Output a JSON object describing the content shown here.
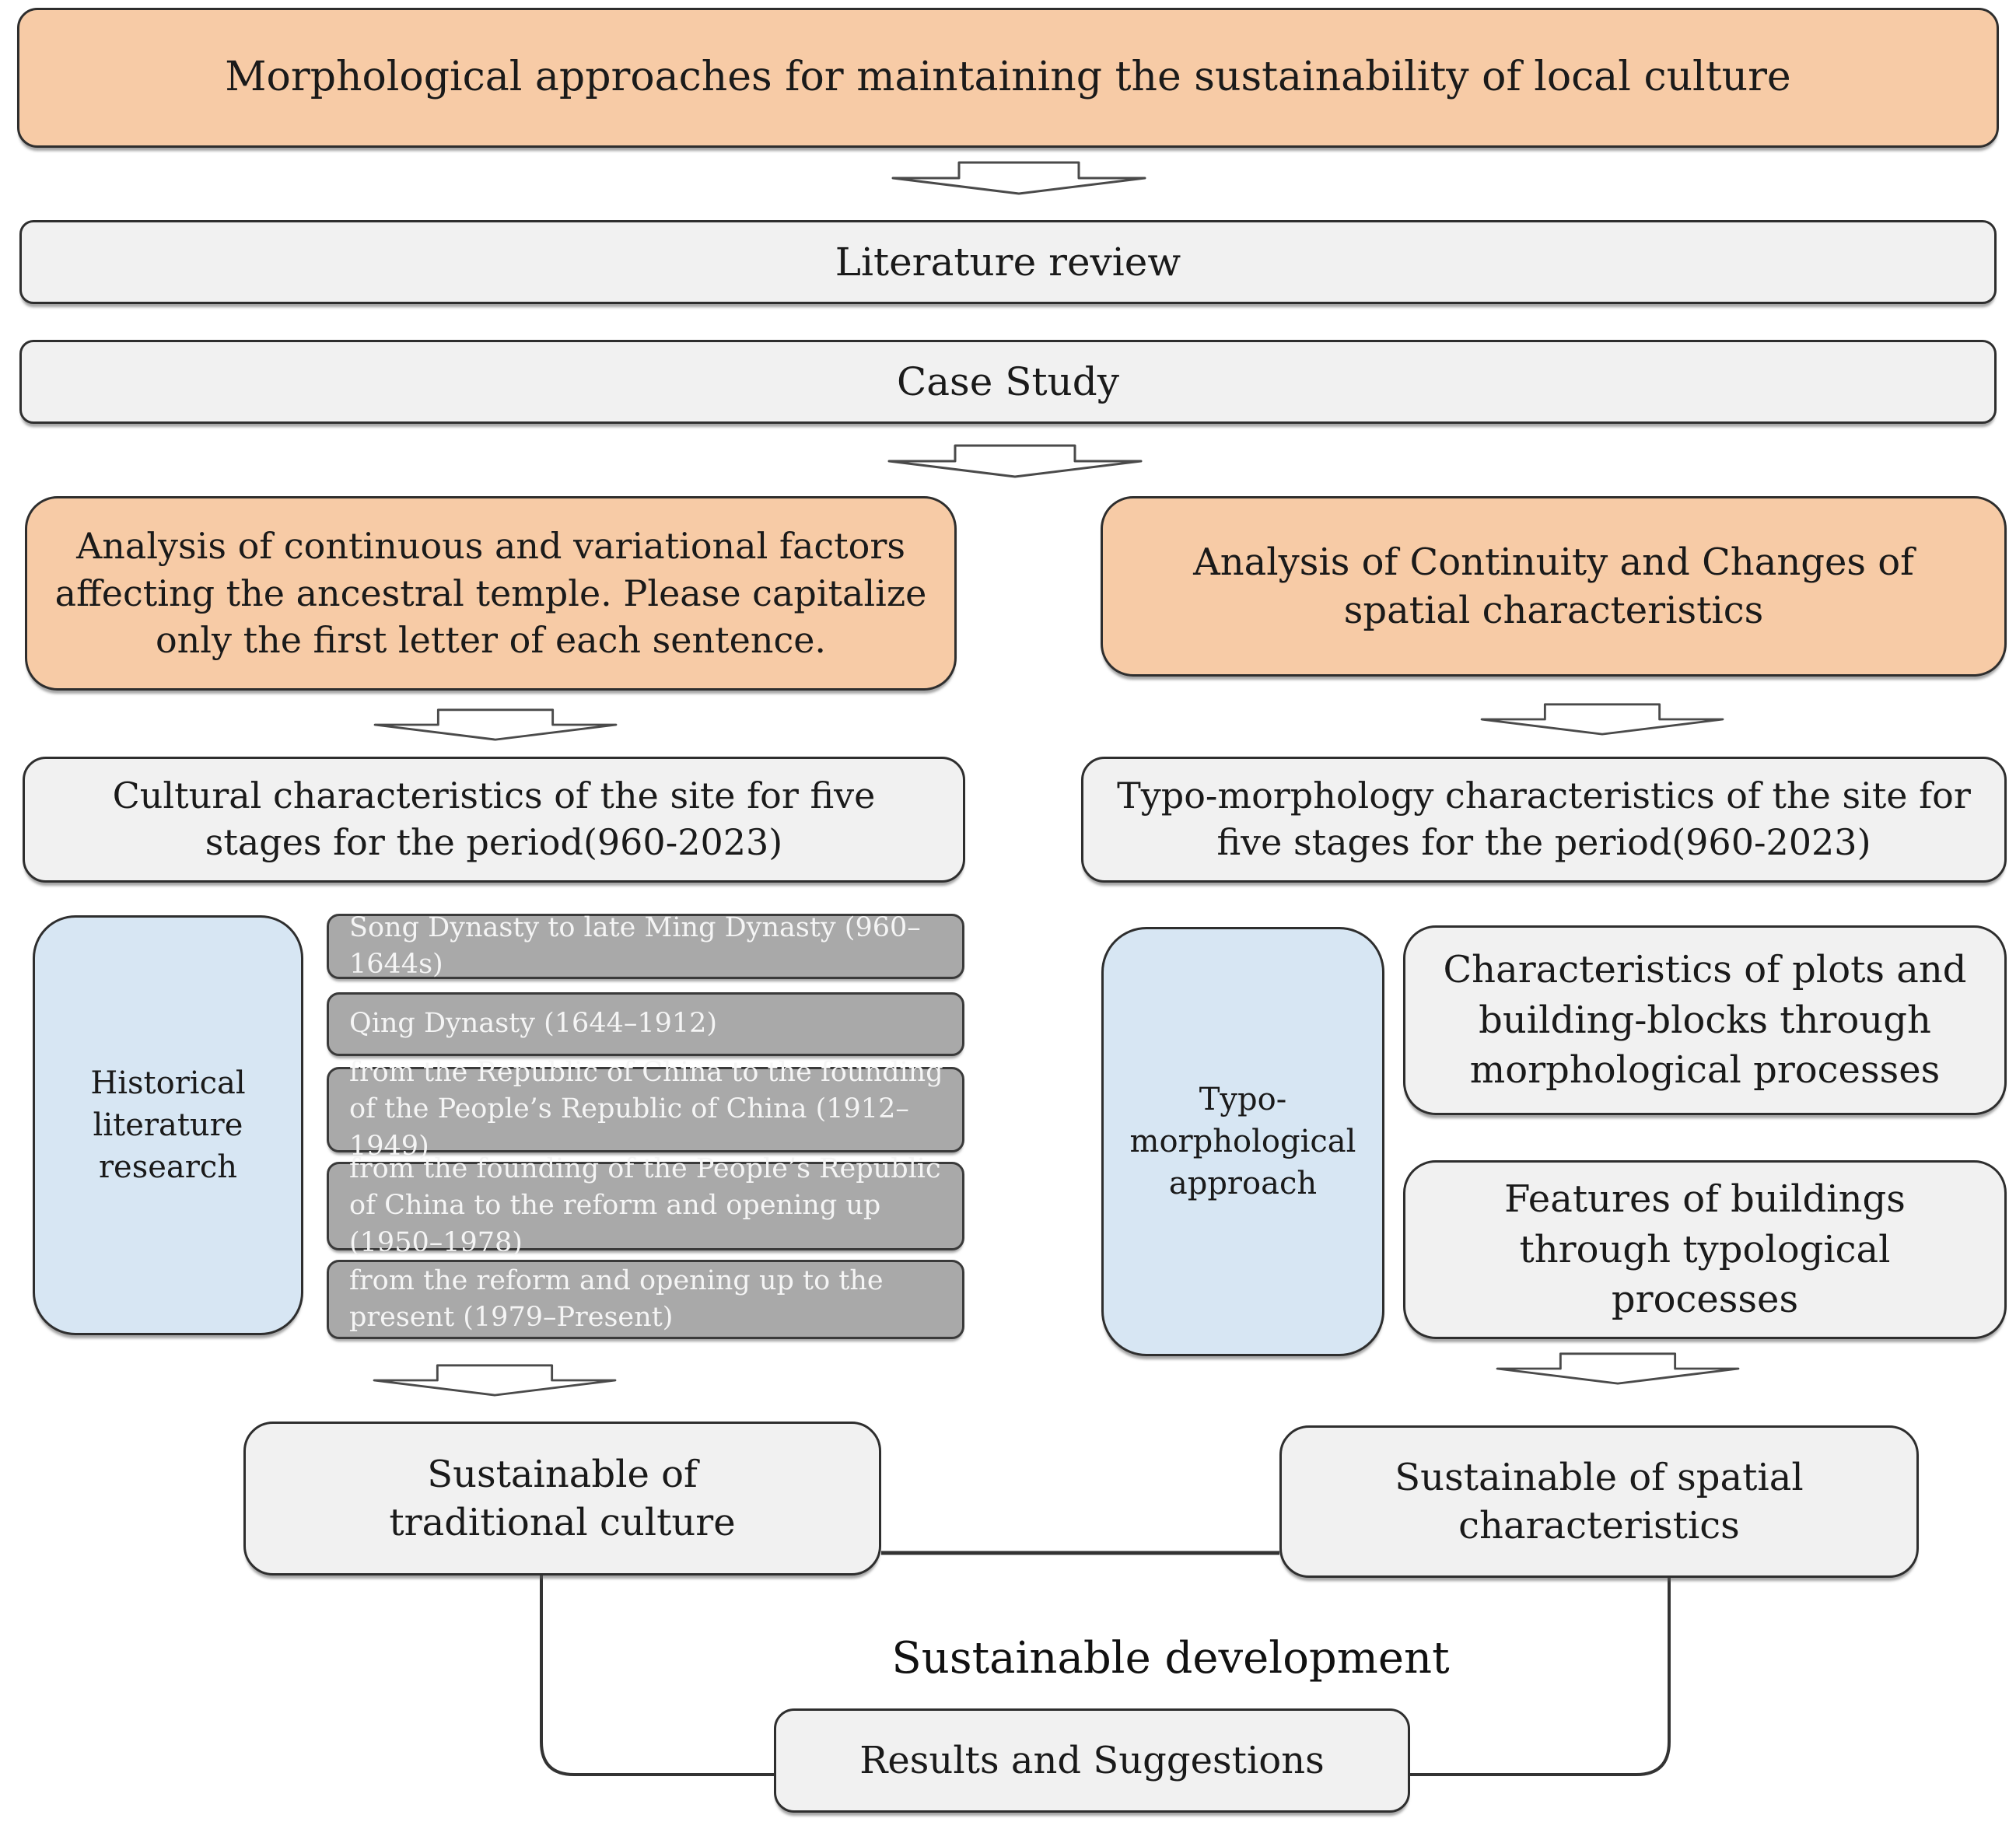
{
  "colors": {
    "accent_orange": "#F7CBA6",
    "box_gray": "#F1F1F1",
    "box_dark_gray": "#A9A9A9",
    "box_blue": "#D7E6F3",
    "border": "#2E2E2E",
    "text": "#1A1A1A",
    "arrow_outline": "#4A4A4A"
  },
  "title": "Morphological approaches for maintaining the sustainability of local culture",
  "flow": {
    "literature_review": "Literature review",
    "case_study": "Case Study"
  },
  "left_branch": {
    "analysis": "Analysis of continuous and variational factors affecting the ancestral temple. Please capitalize only the first letter of each sentence.",
    "stages_header": "Cultural characteristics of the site for five stages for the period(960-2023)",
    "method_label": "Historical literature research",
    "stages": [
      "Song Dynasty to late Ming Dynasty (960–1644s)",
      "Qing Dynasty (1644–1912)",
      "from the Republic of China to the founding of the People’s Republic of China (1912–1949)",
      "from the founding of the People’s Republic of China to the reform and opening up (1950–1978)",
      "from the reform and opening up to the present (1979–Present)"
    ],
    "outcome": "Sustainable of traditional culture"
  },
  "right_branch": {
    "analysis": "Analysis of Continuity and Changes of spatial characteristics",
    "stages_header": "Typo-morphology characteristics of the site for five stages for the period(960-2023)",
    "method_label": "Typo-morphological approach",
    "findings": [
      "Characteristics of plots and building-blocks through morphological processes",
      "Features of buildings through typological processes"
    ],
    "outcome": "Sustainable of spatial characteristics"
  },
  "footer": {
    "development": "Sustainable development",
    "results": "Results and Suggestions"
  }
}
